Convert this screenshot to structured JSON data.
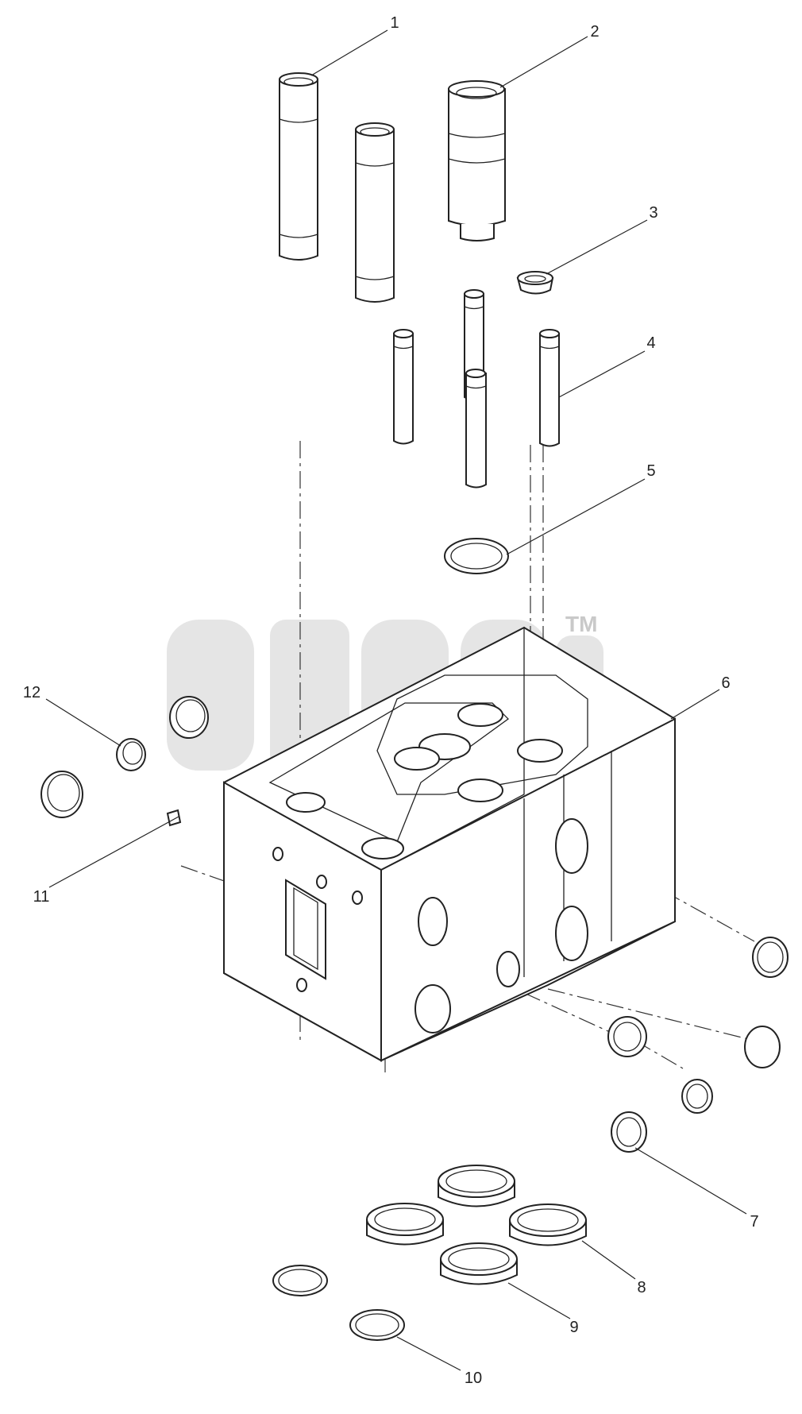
{
  "watermark": {
    "trademark": "TM"
  },
  "callouts": [
    {
      "id": "1",
      "label": "1"
    },
    {
      "id": "2",
      "label": "2"
    },
    {
      "id": "3",
      "label": "3"
    },
    {
      "id": "4",
      "label": "4"
    },
    {
      "id": "5",
      "label": "5"
    },
    {
      "id": "6",
      "label": "6"
    },
    {
      "id": "7",
      "label": "7"
    },
    {
      "id": "8",
      "label": "8"
    },
    {
      "id": "9",
      "label": "9"
    },
    {
      "id": "10",
      "label": "10"
    },
    {
      "id": "11",
      "label": "11"
    },
    {
      "id": "12",
      "label": "12"
    }
  ]
}
